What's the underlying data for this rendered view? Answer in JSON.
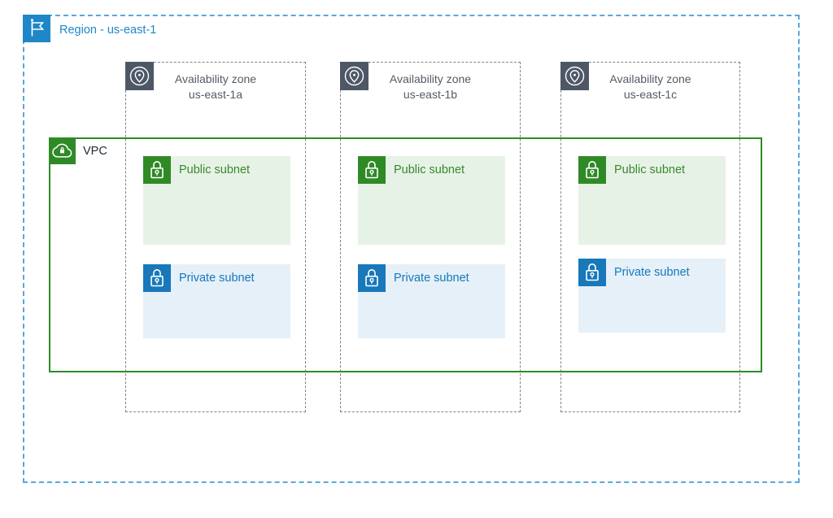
{
  "region": {
    "label": "Region - us-east-1",
    "icon": "flag-icon"
  },
  "vpc": {
    "label": "VPC",
    "icon": "cloud-lock-icon"
  },
  "availability_zones": [
    {
      "title": "Availability zone",
      "subtitle": "us-east-1a",
      "icon": "location-pin-icon",
      "public_subnet_label": "Public subnet",
      "private_subnet_label": "Private subnet"
    },
    {
      "title": "Availability zone",
      "subtitle": "us-east-1b",
      "icon": "location-pin-icon",
      "public_subnet_label": "Public subnet",
      "private_subnet_label": "Private subnet"
    },
    {
      "title": "Availability zone",
      "subtitle": "us-east-1c",
      "icon": "location-pin-icon",
      "public_subnet_label": "Public subnet",
      "private_subnet_label": "Private subnet"
    }
  ],
  "icons": {
    "region": "flag-icon",
    "availability_zone": "location-pin-icon",
    "vpc": "cloud-lock-icon",
    "public_subnet": "padlock-icon",
    "private_subnet": "padlock-icon"
  },
  "colors": {
    "region_blue": "#1E87C7",
    "region_dash": "#58A8DC",
    "az_icon_bg": "#4E5766",
    "az_dash": "#7D8590",
    "az_text": "#545B64",
    "vpc_green": "#2F8A26",
    "public_label": "#37882B",
    "public_bg": "#E7F2E6",
    "private_blue": "#1878BA",
    "private_bg": "#E5F0F8",
    "vpc_label": "#232F3E"
  }
}
